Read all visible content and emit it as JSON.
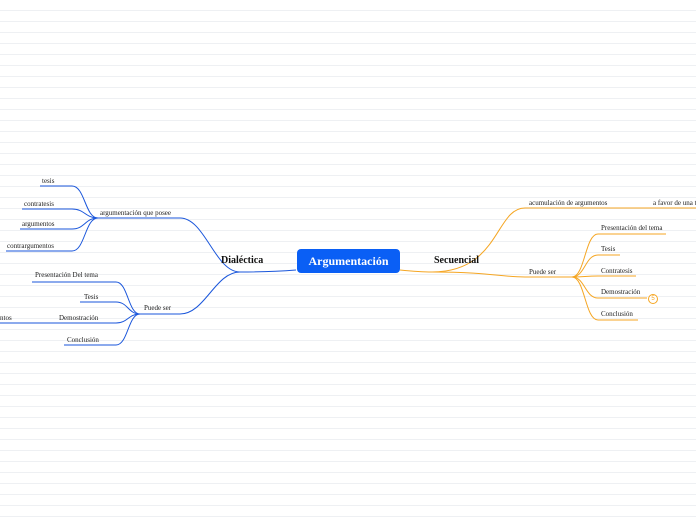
{
  "center": {
    "title": "Argumentación"
  },
  "colors": {
    "center": "#0a5ff5",
    "left_branch": "#1a56db",
    "right_branch": "#f5a623"
  },
  "left": {
    "title": "Dialéctica",
    "group1": {
      "label": "argumentación que posee",
      "items": [
        "tesis",
        "contratesis",
        "argumentos",
        "contrargumentos"
      ]
    },
    "group2": {
      "label": "Puede ser",
      "items": [
        "Presentación Del tema",
        "Tesis",
        "Demostración",
        "Conclusión"
      ],
      "overflow": "ntos"
    }
  },
  "right": {
    "title": "Secuencial",
    "group1": {
      "label": "acumulación de argumentos",
      "child": "a favor de una t"
    },
    "group2": {
      "label": "Puede ser",
      "items": [
        "Presentación del tema",
        "Tesis",
        "Contratesis",
        "Demostración",
        "Conclusión"
      ],
      "badge": "5"
    }
  }
}
